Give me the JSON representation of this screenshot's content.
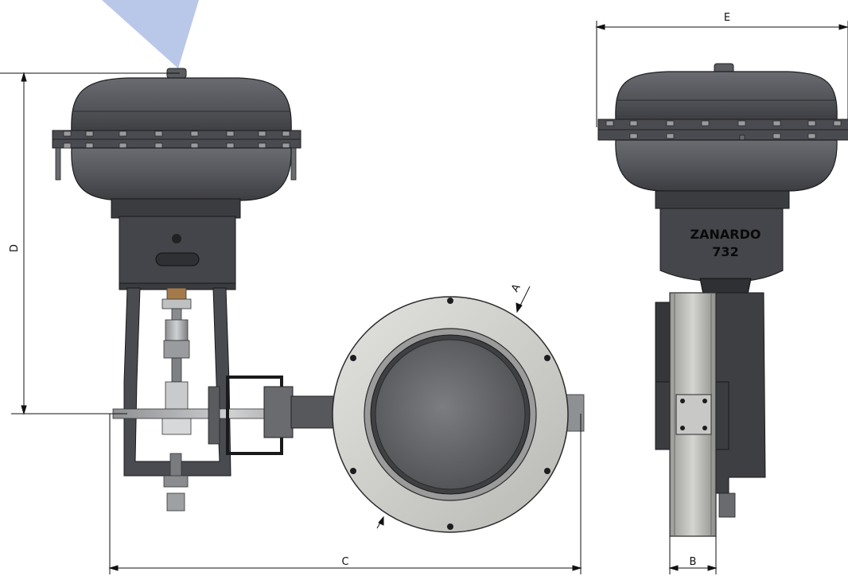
{
  "dimensions": {
    "A": "A",
    "B": "B",
    "C": "C",
    "D": "D",
    "E": "E"
  },
  "actuator": {
    "brand": "ZANARDO",
    "model": "732"
  },
  "colors": {
    "actuator_body": "#4e4f54",
    "flange_ring": "#cfd0cc",
    "disc": "#6b6c6f",
    "pointer": "#b9c8e8",
    "dimension_line": "#111111"
  }
}
